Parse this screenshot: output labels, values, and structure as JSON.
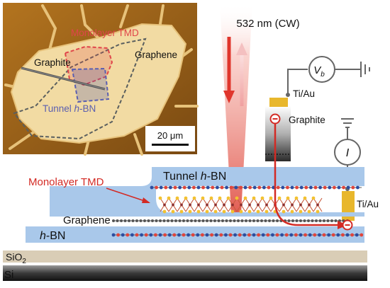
{
  "micrograph": {
    "label_monolayer_tmd": "Monolayer TMD",
    "label_graphite": "Graphite",
    "label_graphene": "Graphene",
    "label_tunnel_hbn_prefix": "Tunnel ",
    "label_tunnel_hbn_italic": "h",
    "label_tunnel_hbn_suffix": "-BN",
    "scale_bar": "20 μm"
  },
  "laser": {
    "label": "532 nm (CW)"
  },
  "circuit": {
    "vb_symbol": "V",
    "vb_subscript": "b",
    "current_symbol": "I",
    "contact_top": "Ti/Au",
    "contact_right": "Ti/Au",
    "graphite_label": "Graphite"
  },
  "stack": {
    "monolayer_tmd": "Monolayer TMD",
    "tunnel_hbn_prefix": "Tunnel ",
    "tunnel_hbn_italic": "h",
    "tunnel_hbn_suffix": "-BN",
    "graphene": "Graphene",
    "bottom_hbn_italic": "h",
    "bottom_hbn_suffix": "-BN",
    "sio2_main": "SiO",
    "sio2_sub": "2",
    "si": "Si"
  },
  "colors": {
    "hbn_blue": "#a9c8ea",
    "laser_red": "#e0362c",
    "gold": "#e8b72c",
    "tmd_outline": "#e0454a",
    "tunnel_outline": "#5b5fb0",
    "sio2": "#d9cdb6"
  }
}
